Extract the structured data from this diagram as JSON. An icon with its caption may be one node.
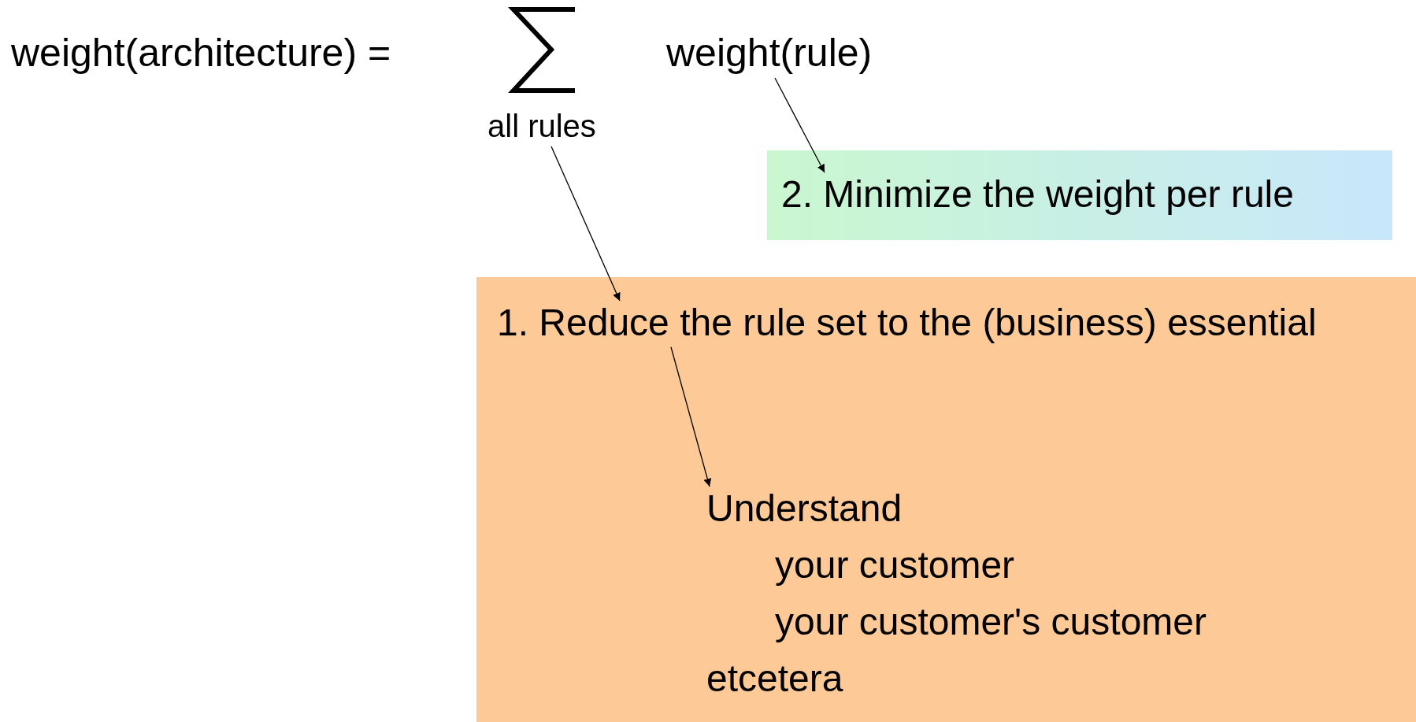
{
  "diagram": {
    "nodes": [
      {
        "text": [
          "weight(rule)"
        ]
      },
      {
        "text": [
          "2. Minimize the weight per rule"
        ]
      },
      {
        "text": [
          "all rules"
        ]
      },
      {
        "text": [
          "1. Reduce the rule set to the (business) essential"
        ]
      },
      {
        "text": [
          "Understand",
          "your customer",
          "your customer's customer",
          "etcetera"
        ],
        "in": 3
      }
    ],
    "edges": [
      {
        "from": 0,
        "to": 1,
        "arrow": "to"
      },
      {
        "from": 2,
        "to": 3,
        "arrow": "to"
      },
      {
        "from": 3,
        "to": 4,
        "arrow": "to"
      }
    ],
    "labels": [
      "weight(architecture) ="
    ]
  }
}
